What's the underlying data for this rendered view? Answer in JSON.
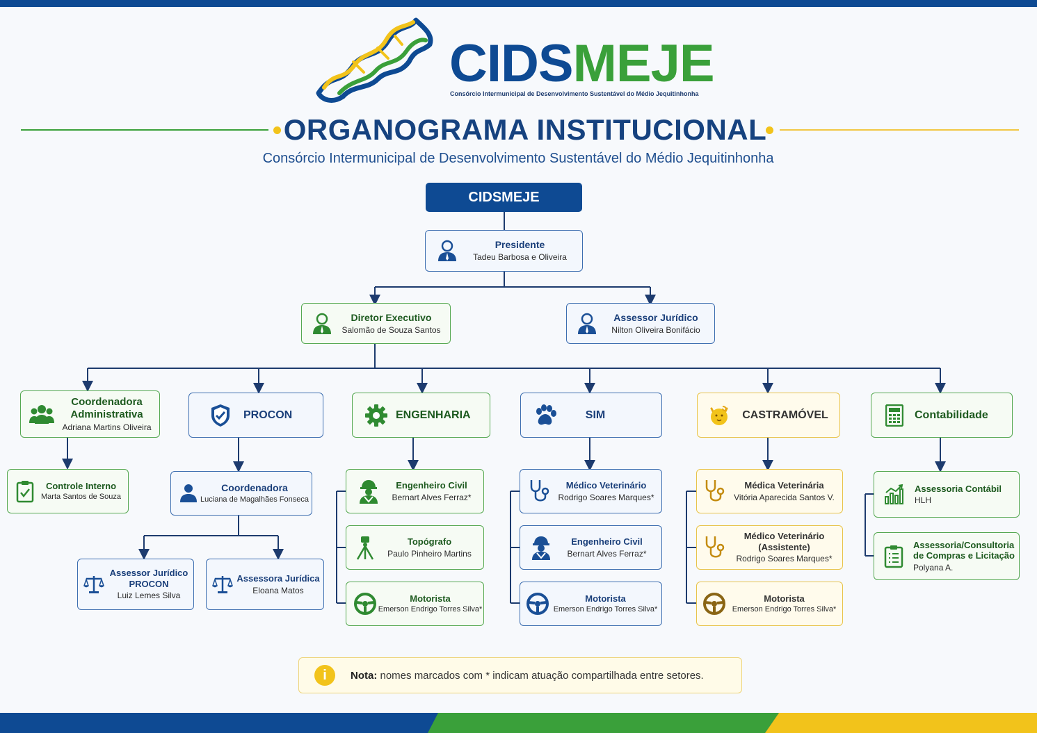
{
  "header": {
    "brand_part1": "CIDS",
    "brand_part2": "MEJE",
    "brand_subtitle": "Consórcio Intermunicipal de Desenvolvimento  Sustentável do Médio Jequitinhonha",
    "title": "ORGANOGRAMA INSTITUCIONAL",
    "subtitle": "Consórcio Intermunicipal de Desenvolvimento Sustentável do Médio Jequitinhonha"
  },
  "colors": {
    "blue": "#0e4a93",
    "green": "#3aa03a",
    "yellow": "#f2c31b"
  },
  "root": {
    "label": "CIDSMEJE"
  },
  "president": {
    "role": "Presidente",
    "name": "Tadeu Barbosa e Oliveira",
    "icon": "person-icon"
  },
  "director": {
    "role": "Diretor Executivo",
    "name": "Salomão de Souza Santos",
    "icon": "person-icon"
  },
  "legal_advisor": {
    "role": "Assessor Jurídico",
    "name": "Nilton Oliveira Bonifácio",
    "icon": "person-icon"
  },
  "sectors": {
    "admin": {
      "role": "Coordenadora Administrativa",
      "name": "Adriana Martins Oliveira",
      "icon": "group-icon",
      "children": [
        {
          "role": "Controle Interno",
          "name": "Marta Santos de Souza",
          "icon": "clipboard-check-icon"
        }
      ]
    },
    "procon": {
      "label": "PROCON",
      "icon": "shield-icon",
      "coordinator": {
        "role": "Coordenadora",
        "name": "Luciana de Magalhães Fonseca",
        "icon": "person-icon"
      },
      "children": [
        {
          "role": "Assessor Jurídico PROCON",
          "name": "Luiz Lemes Silva",
          "icon": "scales-icon"
        },
        {
          "role": "Assessora Jurídica",
          "name": "Eloana Matos",
          "icon": "scales-icon"
        }
      ]
    },
    "engenharia": {
      "label": "ENGENHARIA",
      "icon": "gear-icon",
      "children": [
        {
          "role": "Engenheiro Civil",
          "name": "Bernart Alves Ferraz*",
          "icon": "engineer-icon"
        },
        {
          "role": "Topógrafo",
          "name": "Paulo Pinheiro Martins",
          "icon": "theodolite-icon"
        },
        {
          "role": "Motorista",
          "name": "Emerson Endrigo Torres Silva*",
          "icon": "steering-wheel-icon"
        }
      ]
    },
    "sim": {
      "label": "SIM",
      "icon": "paw-icon",
      "children": [
        {
          "role": "Médico Veterinário",
          "name": "Rodrigo Soares Marques*",
          "icon": "stethoscope-icon"
        },
        {
          "role": "Engenheiro Civil",
          "name": "Bernart Alves Ferraz*",
          "icon": "engineer-icon"
        },
        {
          "role": "Motorista",
          "name": "Emerson Endrigo Torres Silva*",
          "icon": "steering-wheel-icon"
        }
      ]
    },
    "castramovel": {
      "label": "CASTRAMÓVEL",
      "icon": "pet-icon",
      "children": [
        {
          "role": "Médica Veterinária",
          "name": "Vitória Aparecida Santos V.",
          "icon": "stethoscope-icon"
        },
        {
          "role": "Médico Veterinário (Assistente)",
          "name": "Rodrigo Soares Marques*",
          "icon": "stethoscope-icon"
        },
        {
          "role": "Motorista",
          "name": "Emerson Endrigo Torres Silva*",
          "icon": "steering-wheel-icon"
        }
      ]
    },
    "contabilidade": {
      "label": "Contabilidade",
      "icon": "calculator-icon",
      "children": [
        {
          "role": "Assessoria Contábil",
          "name": "HLH",
          "icon": "bar-chart-icon"
        },
        {
          "role": "Assessoria/Consultoria de Compras e Licitação",
          "name": "Polyana A.",
          "icon": "checklist-icon"
        }
      ]
    }
  },
  "note": {
    "label": "Nota:",
    "text": "nomes marcados com * indicam atuação compartilhada entre setores.",
    "icon": "info-icon"
  }
}
